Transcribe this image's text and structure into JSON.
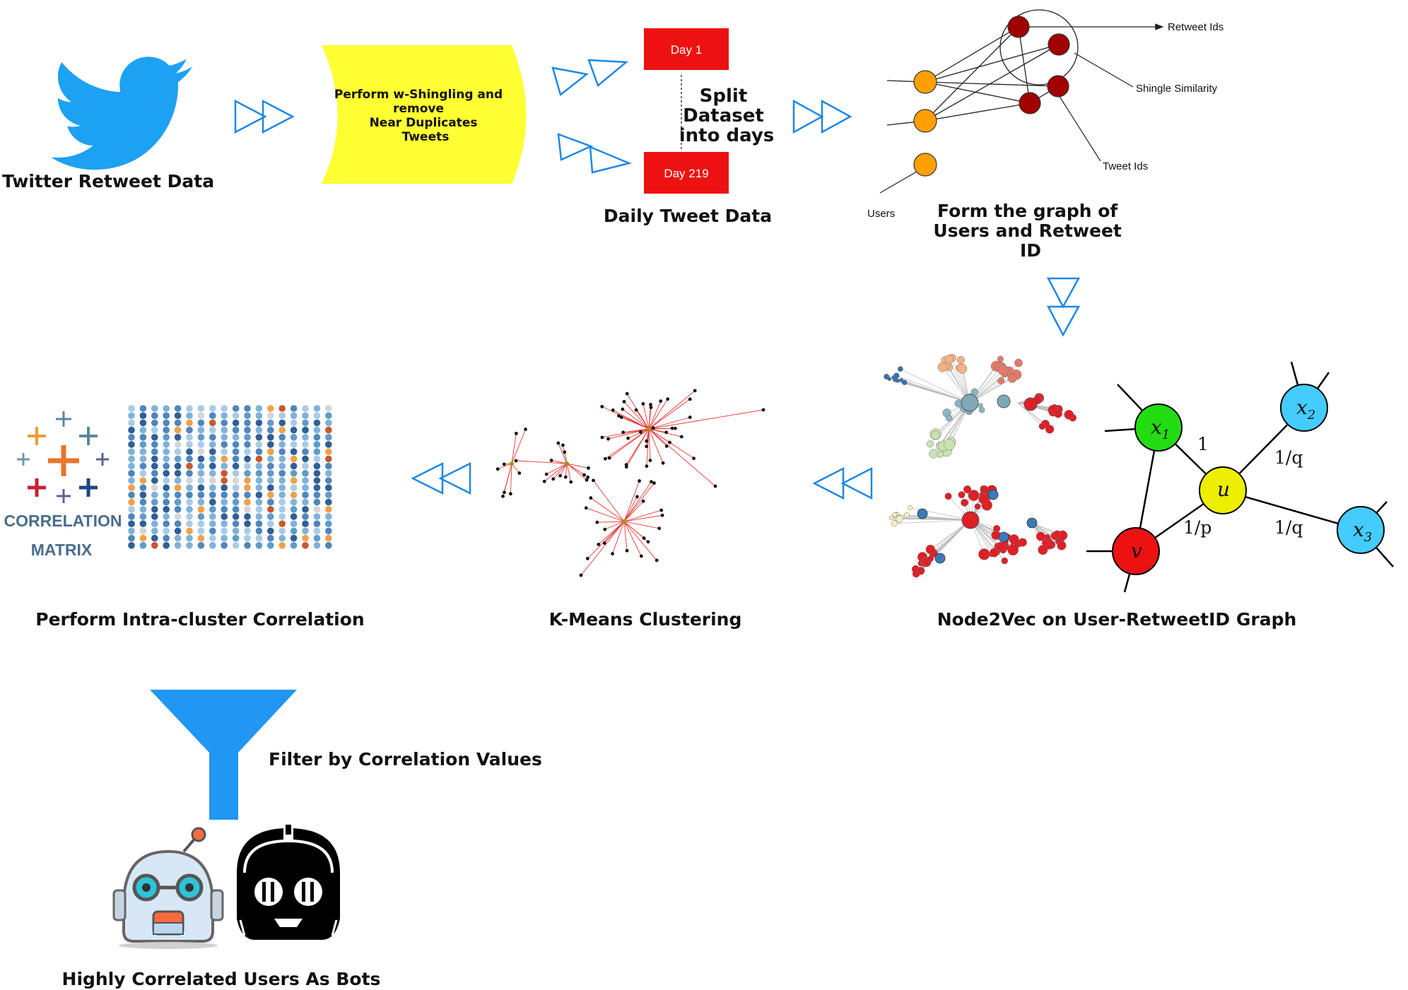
{
  "labels": {
    "twitter": "Twitter Retweet Data",
    "shingling": [
      "Perform  w-Shingling and",
      "remove",
      "Near Duplicates",
      "Tweets"
    ],
    "day_first": "Day 1",
    "day_last": "Day 219",
    "split": [
      "Split",
      "Dataset",
      "into days"
    ],
    "daily": "Daily Tweet Data",
    "graph_title": [
      "Form the graph of",
      "Users and Retweet",
      "ID"
    ],
    "retweet_ids": "Retweet Ids",
    "shingle_similarity": "Shingle Similarity",
    "tweet_ids": "Tweet Ids",
    "users": "Users",
    "node2vec": "Node2Vec on User-RetweetID  Graph",
    "kmeans": "K-Means Clustering",
    "intra": "Perform Intra-cluster Correlation",
    "correlation": "CORRELATION",
    "matrix": "MATRIX",
    "filter": "Filter by Correlation Values",
    "bots": "Highly Correlated Users As Bots"
  },
  "node2vec_walk": {
    "nodes": {
      "x1": "x1",
      "x2": "x2",
      "x3": "x3",
      "u": "u",
      "v": "v"
    },
    "weights": {
      "x1_u": "1",
      "u_x2": "1/q",
      "v_u": "1/p",
      "u_x3": "1/q"
    }
  },
  "colors": {
    "twitter_blue": "#1da1f2",
    "arrow_blue": "#1e88e5",
    "shape_yellow": "#ffff33",
    "day_red": "#ee1111",
    "user_orange": "#ffa000",
    "retweet_darkred": "#a00000",
    "node_green": "#22dd11",
    "node_yellow": "#eeee00",
    "node_cyan": "#44ccff",
    "node_red": "#ee1111",
    "funnel_blue": "#2196f3"
  },
  "icons": [
    "twitter-bird-icon",
    "funnel-icon",
    "robot-icon",
    "bot-face-icon",
    "tableau-logo-icon"
  ]
}
